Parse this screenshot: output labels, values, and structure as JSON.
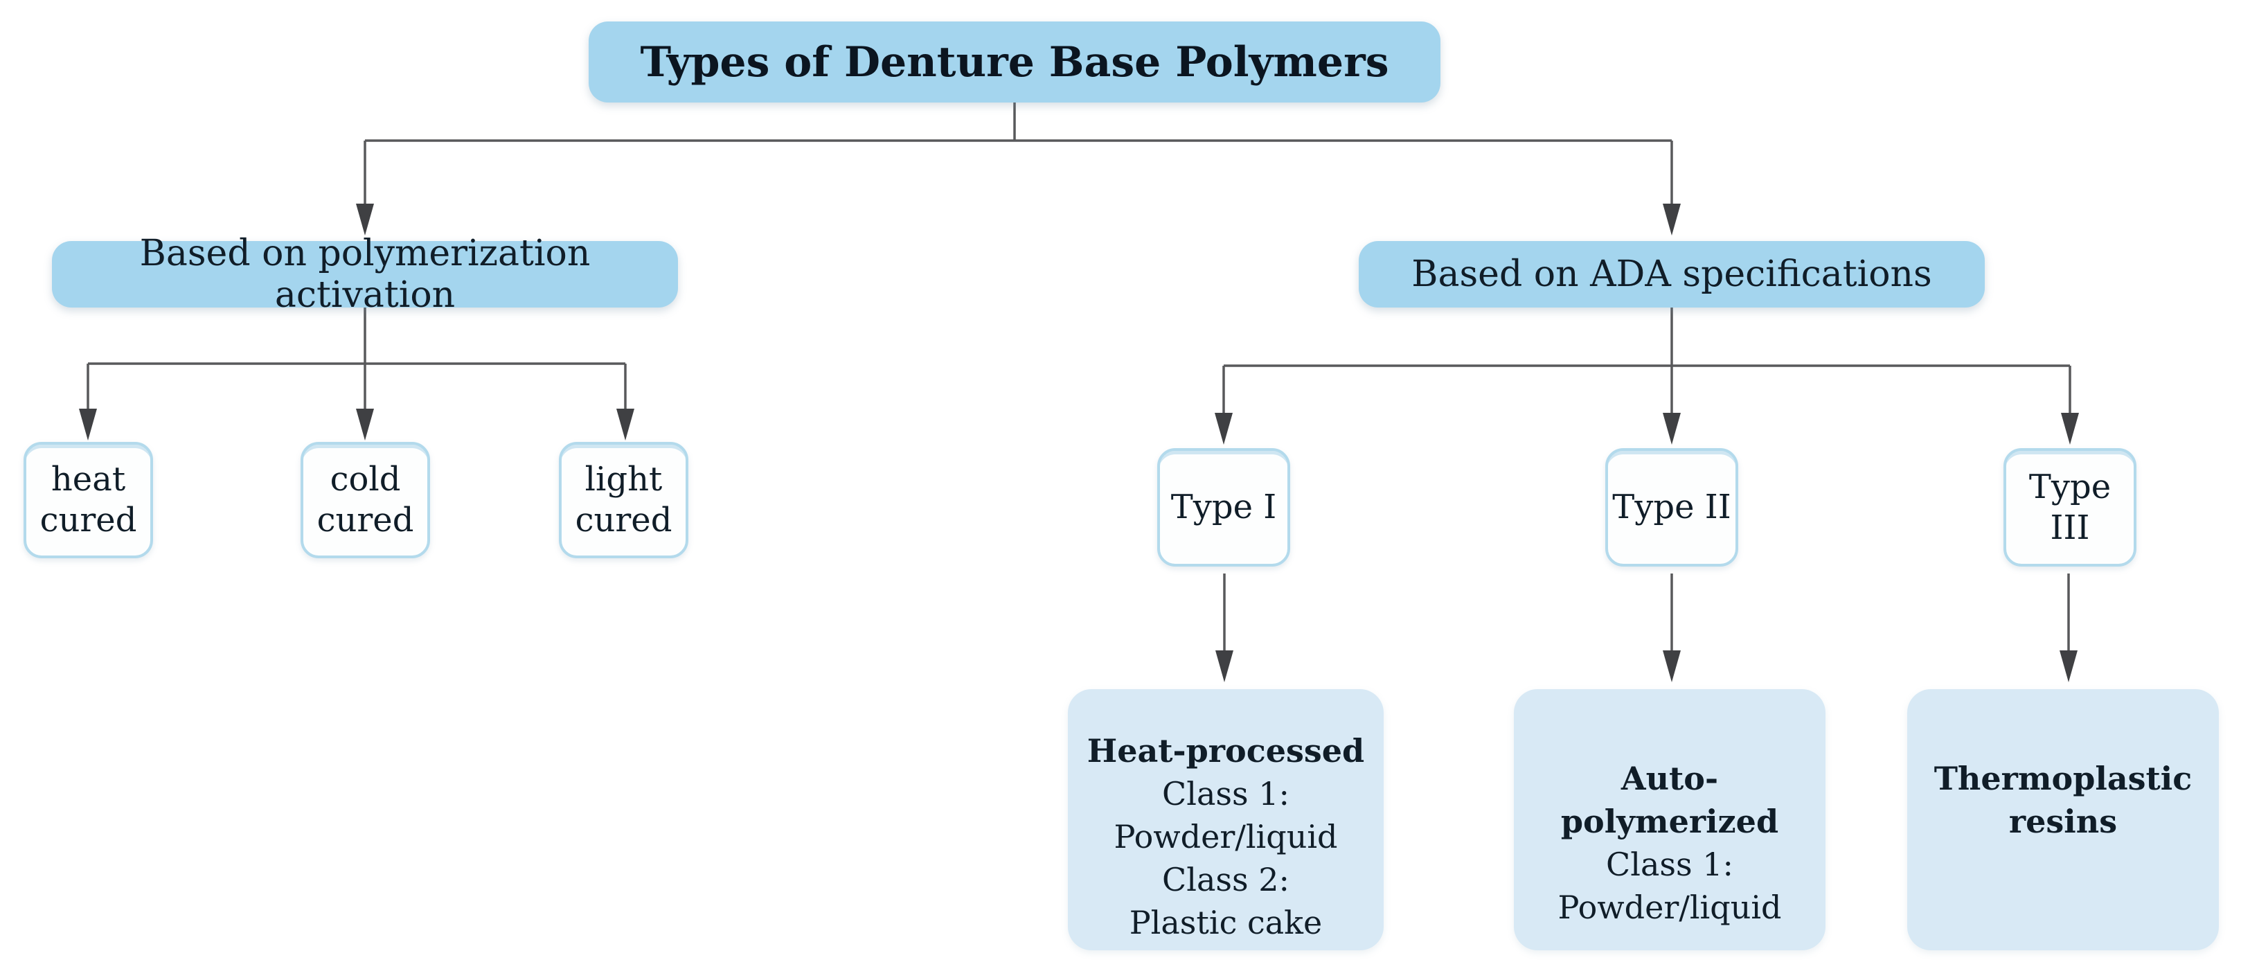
{
  "diagram": {
    "root": {
      "label": "Types of Denture Base Polymers"
    },
    "branches": {
      "polymerization": {
        "label": "Based on polymerization activation",
        "children": [
          {
            "line1": "heat",
            "line2": "cured"
          },
          {
            "line1": "cold",
            "line2": "cured"
          },
          {
            "line1": "light",
            "line2": "cured"
          }
        ]
      },
      "ada": {
        "label": "Based on ADA specifications",
        "children": [
          {
            "label": "Type I",
            "detail": {
              "title": "Heat-processed",
              "lines": [
                "Class 1:",
                "Powder/liquid",
                "Class 2:",
                "Plastic cake"
              ]
            }
          },
          {
            "label": "Type II",
            "detail": {
              "title": "Auto-polymerized",
              "lines": [
                "Class 1:",
                "Powder/liquid"
              ]
            }
          },
          {
            "label": "Type III",
            "detail": {
              "title": "Thermoplastic resins",
              "lines": []
            }
          }
        ]
      }
    },
    "colors": {
      "node_fill": "#a4d5ee",
      "leaf_fill": "#fdfefe",
      "leaf_border": "#b3daec",
      "detail_fill": "#d8e9f5",
      "connector": "#58595b",
      "arrowhead": "#3f4043",
      "text": "#101d28"
    }
  }
}
